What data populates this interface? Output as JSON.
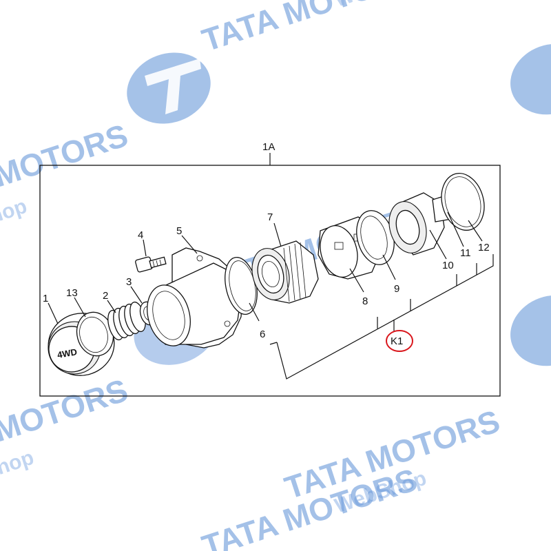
{
  "diagram": {
    "assembly_label": "1A",
    "kit_label": "K1",
    "kit_highlight_color": "#d9151b",
    "callouts": [
      {
        "id": "c1",
        "text": "1"
      },
      {
        "id": "c13",
        "text": "13"
      },
      {
        "id": "c2",
        "text": "2"
      },
      {
        "id": "c3",
        "text": "3"
      },
      {
        "id": "c4",
        "text": "4"
      },
      {
        "id": "c5",
        "text": "5"
      },
      {
        "id": "c6",
        "text": "6"
      },
      {
        "id": "c7",
        "text": "7"
      },
      {
        "id": "c8",
        "text": "8"
      },
      {
        "id": "c9",
        "text": "9"
      },
      {
        "id": "c10",
        "text": "10"
      },
      {
        "id": "c11",
        "text": "11"
      },
      {
        "id": "c12",
        "text": "12"
      }
    ],
    "cap_marking": "4WD"
  },
  "watermark": {
    "brand": "TATA MOTORS",
    "sub": "WebShop",
    "color": "#5b8fd6"
  }
}
